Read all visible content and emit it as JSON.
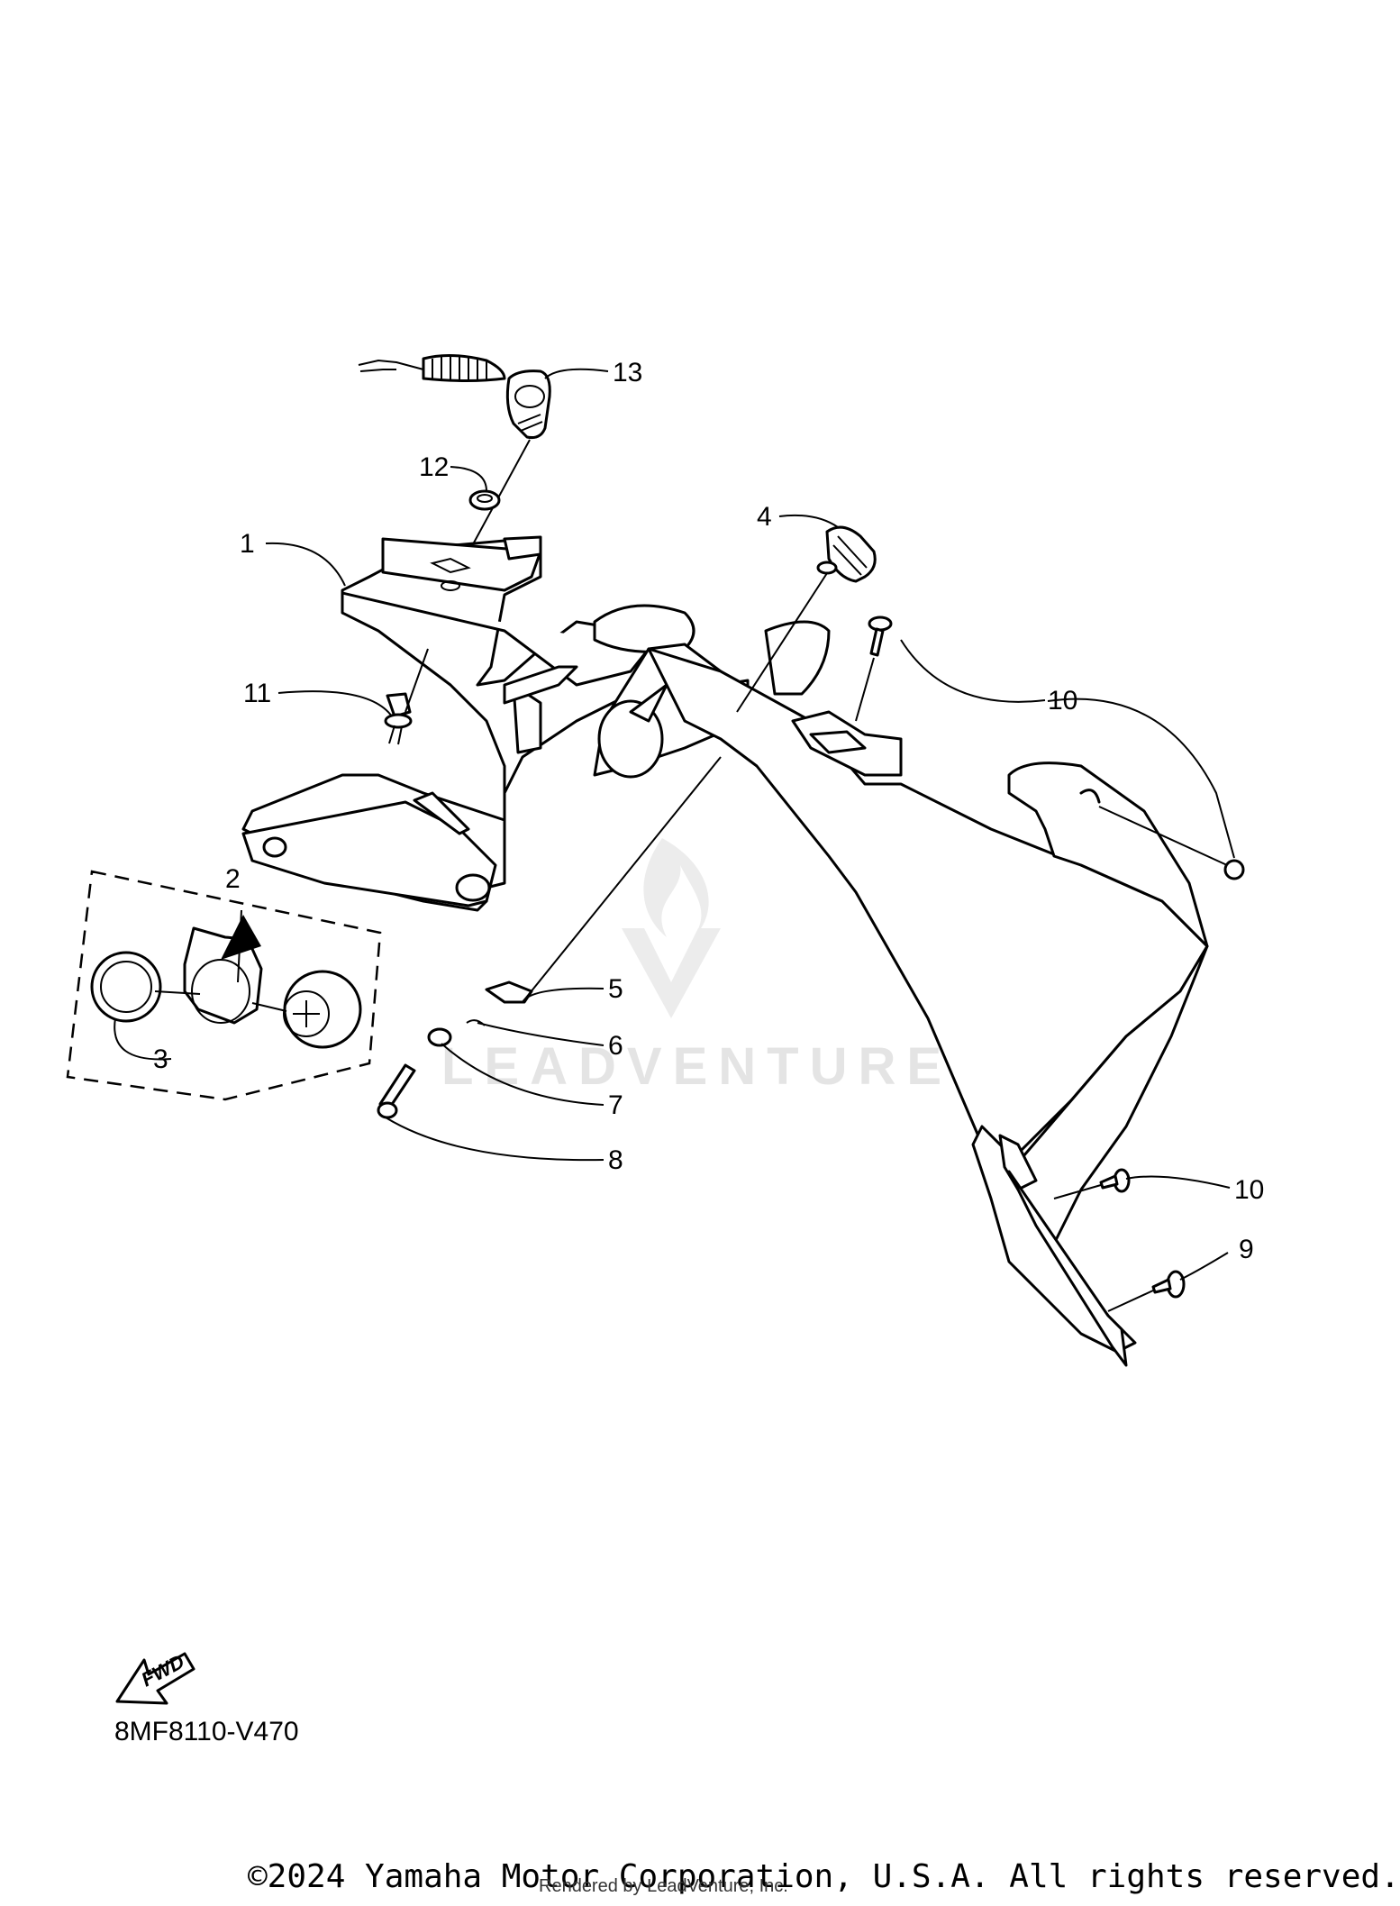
{
  "diagram": {
    "code": "8MF8110-V470",
    "fwd_label": "FWD",
    "callouts": [
      {
        "id": "1",
        "label": "1"
      },
      {
        "id": "2",
        "label": "2"
      },
      {
        "id": "3",
        "label": "3"
      },
      {
        "id": "4",
        "label": "4"
      },
      {
        "id": "5",
        "label": "5"
      },
      {
        "id": "6",
        "label": "6"
      },
      {
        "id": "7",
        "label": "7"
      },
      {
        "id": "8",
        "label": "8"
      },
      {
        "id": "9",
        "label": "9"
      },
      {
        "id": "10a",
        "label": "10"
      },
      {
        "id": "10b",
        "label": "10"
      },
      {
        "id": "11",
        "label": "11"
      },
      {
        "id": "12",
        "label": "12"
      },
      {
        "id": "13",
        "label": "13"
      }
    ]
  },
  "watermark": {
    "text": "LEADVENTURE",
    "color": "#e4e4e4"
  },
  "footer": {
    "copyright": "©2024 Yamaha Motor Corporation, U.S.A. All rights reserved.",
    "rendered_by": "Rendered by LeadVenture, Inc."
  }
}
